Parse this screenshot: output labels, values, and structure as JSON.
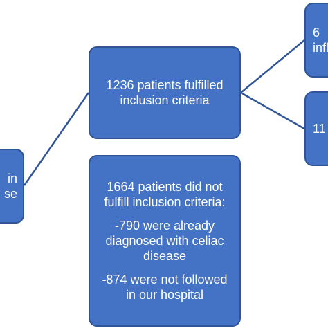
{
  "diagram": {
    "root_box": {
      "lines": [
        "in",
        "se"
      ]
    },
    "fulfilled_box": {
      "lines": [
        "1236 patients fulfilled",
        "inclusion criteria"
      ]
    },
    "not_fulfilled_box": {
      "header_lines": [
        "1664 patients did not",
        "fulfill inclusion criteria:"
      ],
      "reason_1_lines": [
        "-790 were already",
        "diagnosed with celiac",
        "disease"
      ],
      "reason_2_lines": [
        "-874 were not followed",
        "in our hospital"
      ]
    },
    "top_right_box": {
      "lines": [
        "6",
        "infl"
      ]
    },
    "mid_right_box": {
      "lines": [
        "11"
      ]
    },
    "colors": {
      "box_fill": "#4472c4",
      "box_border": "#2f5597",
      "connector": "#2f5597",
      "text": "#ffffff"
    }
  }
}
